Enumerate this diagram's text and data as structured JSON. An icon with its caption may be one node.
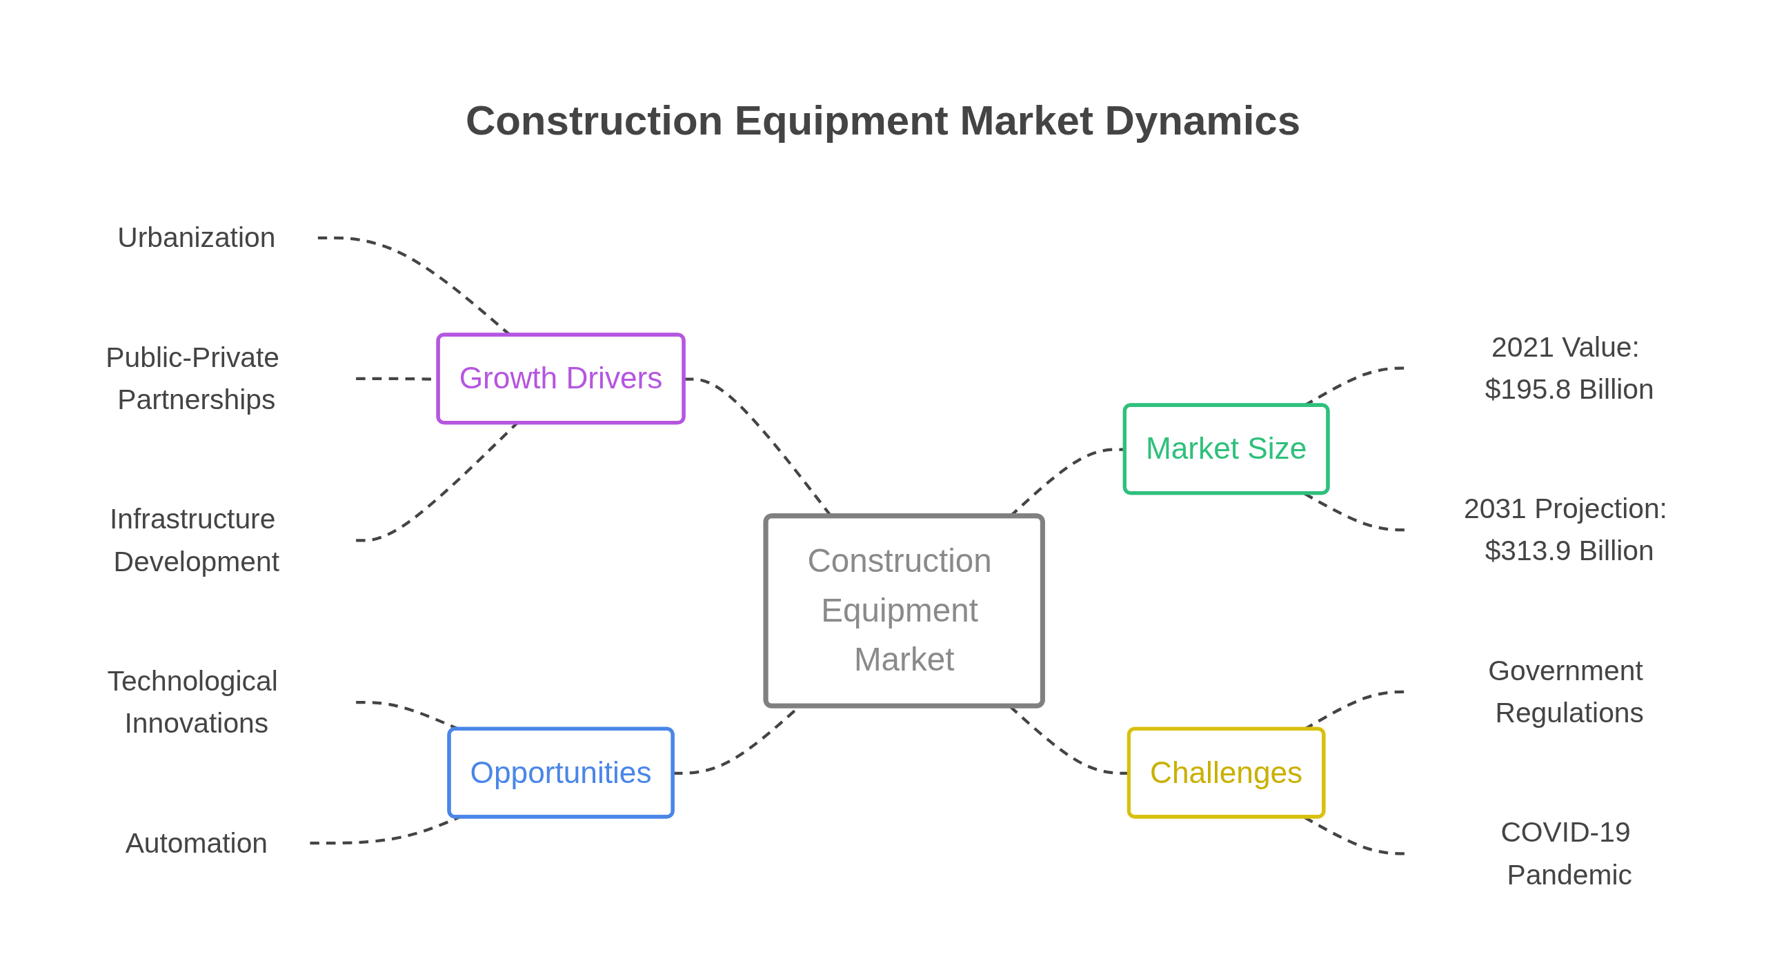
{
  "diagram": {
    "title": "Construction Equipment Market Dynamics",
    "nodes": [
      {
        "text": [
          "Construction Equipment Market"
        ]
      },
      {
        "text": [
          "Growth Drivers"
        ]
      },
      {
        "text": [
          "Urbanization"
        ]
      },
      {
        "text": [
          "Public-Private Partnerships"
        ]
      },
      {
        "text": [
          "Infrastructure Development"
        ]
      },
      {
        "text": [
          "Opportunities"
        ]
      },
      {
        "text": [
          "Technological Innovations"
        ]
      },
      {
        "text": [
          "Automation"
        ]
      },
      {
        "text": [
          "Market Size"
        ]
      },
      {
        "text": [
          "2021 Value: $195.8 Billion"
        ]
      },
      {
        "text": [
          "2031 Projection: $313.9 Billion"
        ]
      },
      {
        "text": [
          "Challenges"
        ]
      },
      {
        "text": [
          "Government Regulations"
        ]
      },
      {
        "text": [
          "COVID-19 Pandemic"
        ]
      }
    ],
    "edges": [
      {
        "from": 2,
        "to": 1,
        "arrow": "none",
        "style": "dashed"
      },
      {
        "from": 3,
        "to": 1,
        "arrow": "none",
        "style": "dashed"
      },
      {
        "from": 4,
        "to": 1,
        "arrow": "none",
        "style": "dashed"
      },
      {
        "from": 1,
        "to": 0,
        "arrow": "none",
        "style": "dashed"
      },
      {
        "from": 6,
        "to": 5,
        "arrow": "none",
        "style": "dashed"
      },
      {
        "from": 7,
        "to": 5,
        "arrow": "none",
        "style": "dashed"
      },
      {
        "from": 5,
        "to": 0,
        "arrow": "none",
        "style": "dashed"
      },
      {
        "from": 0,
        "to": 8,
        "arrow": "none",
        "style": "dashed"
      },
      {
        "from": 8,
        "to": 9,
        "arrow": "none",
        "style": "dashed"
      },
      {
        "from": 8,
        "to": 10,
        "arrow": "none",
        "style": "dashed"
      },
      {
        "from": 0,
        "to": 11,
        "arrow": "none",
        "style": "dashed"
      },
      {
        "from": 11,
        "to": 12,
        "arrow": "none",
        "style": "dashed"
      },
      {
        "from": 11,
        "to": 13,
        "arrow": "none",
        "style": "dashed"
      }
    ]
  }
}
